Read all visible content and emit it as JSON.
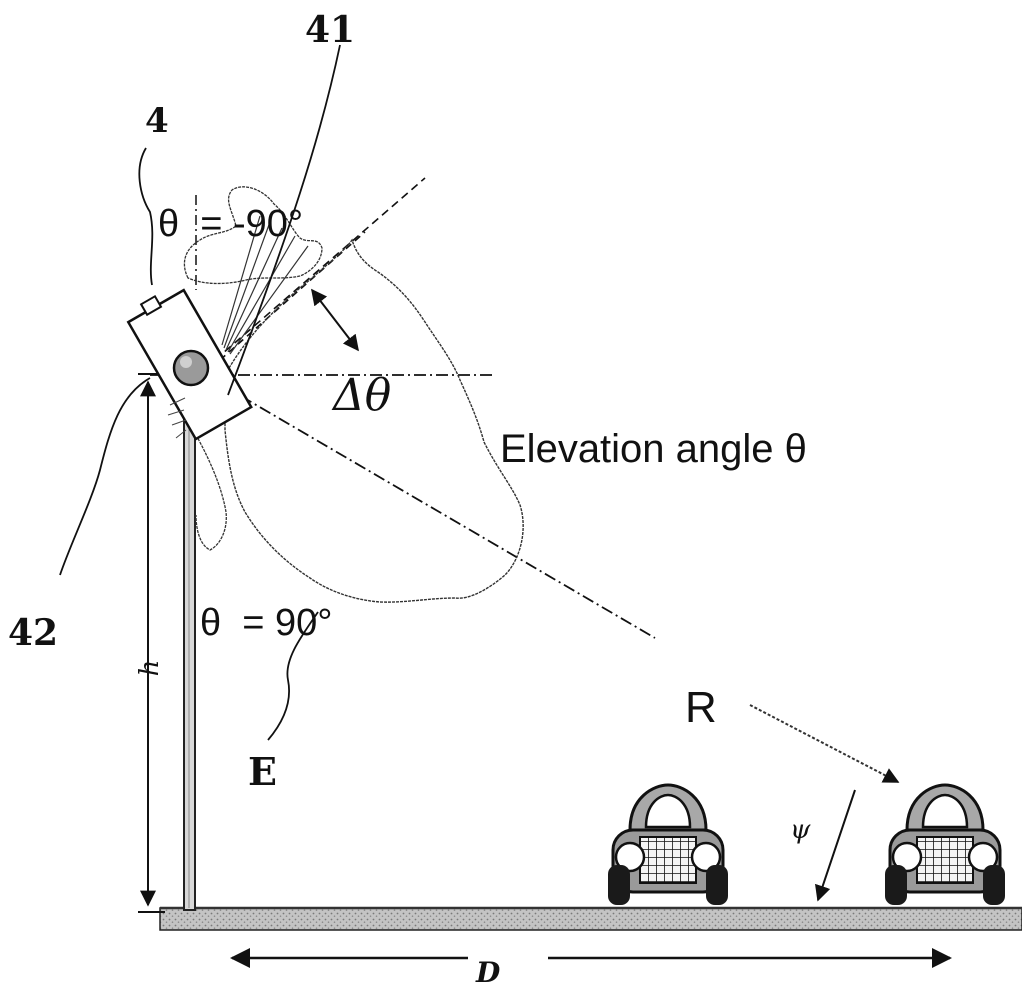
{
  "labels": {
    "ref_41": "41",
    "ref_4": "4",
    "ref_42": "42",
    "ref_E": "E",
    "theta_top": "θ  = -90°",
    "theta_bottom": "θ  = 90°",
    "delta_theta": "Δθ",
    "elevation": "Elevation angle θ",
    "range": "R",
    "height": "h",
    "psi": "ψ",
    "distance": "D"
  },
  "colors": {
    "ink": "#111111",
    "road": "#b8b8b8",
    "vehicle_fill": "#9a9a9a",
    "vehicle_dark": "#1a1a1a"
  },
  "icons": {
    "sensor": "radar-sensor-icon",
    "vehicle": "car-icon"
  }
}
